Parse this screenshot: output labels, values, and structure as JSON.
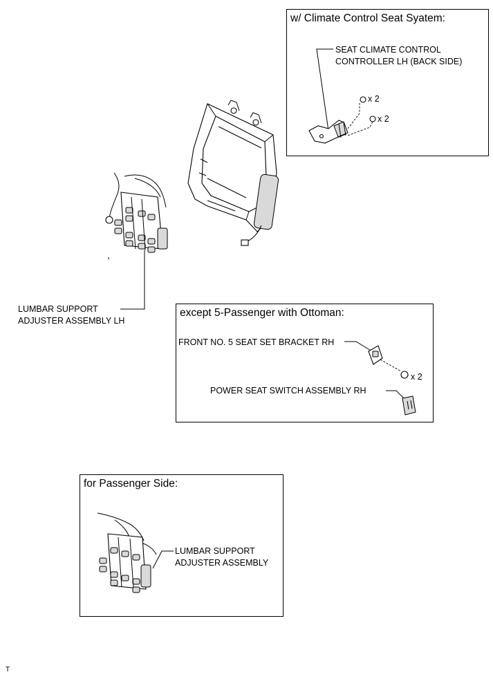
{
  "climate_box": {
    "title": "w/ Climate Control Seat Syatem:",
    "controller_label": [
      "SEAT CLIMATE CONTROL",
      "CONTROLLER LH (BACK SIDE)"
    ],
    "qty_upper": "x 2",
    "qty_lower": "x 2"
  },
  "lumbar_main": {
    "label": [
      "LUMBAR SUPPORT",
      "ADJUSTER ASSEMBLY LH"
    ]
  },
  "ottoman_box": {
    "title": "except 5-Passenger with Ottoman:",
    "bracket_label": "FRONT NO. 5 SEAT SET BRACKET RH",
    "qty": "x 2",
    "switch_label": "POWER SEAT SWITCH ASSEMBLY RH"
  },
  "passenger_box": {
    "title": "for Passenger Side:",
    "lumbar_label": [
      "LUMBAR SUPPORT",
      "ADJUSTER ASSEMBLY"
    ]
  },
  "corner_mark": "T"
}
